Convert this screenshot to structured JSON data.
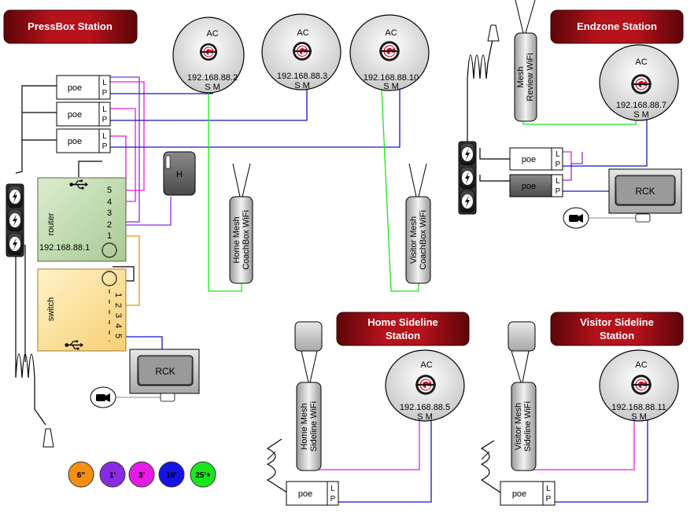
{
  "stations": {
    "pressbox": "PressBox Station",
    "endzone": "Endzone Station",
    "home_sideline": [
      "Home Sideline",
      "Station"
    ],
    "visitor_sideline": [
      "Visitor Sideline",
      "Station"
    ]
  },
  "access_points": [
    {
      "label": "AC",
      "ip": "192.168.88.2",
      "ports": "S M"
    },
    {
      "label": "AC",
      "ip": "192.168.88.3",
      "ports": "S M"
    },
    {
      "label": "AC",
      "ip": "192.168.88.10",
      "ports": "S M"
    },
    {
      "label": "AC",
      "ip": "192.168.88.7",
      "ports": "S M"
    },
    {
      "label": "AC",
      "ip": "192.168.88.5",
      "ports": "S M"
    },
    {
      "label": "AC",
      "ip": "192.168.88.11",
      "ports": "S M"
    }
  ],
  "poe": {
    "label": "poe",
    "port_l": "L",
    "port_p": "P"
  },
  "router": {
    "label": "router",
    "ip": "192.168.88.1",
    "ports": [
      "5",
      "4",
      "3",
      "2",
      "1"
    ]
  },
  "switch": {
    "label": "switch",
    "ports": [
      "1",
      "2",
      "3",
      "4",
      "5"
    ]
  },
  "hub_label": "H",
  "rck_label": "RCK",
  "mesh_units": {
    "home_coachbox": [
      "Home Mesh",
      "CoachBox WiFi"
    ],
    "visitor_coachbox": [
      "Visitor Mesh",
      "CoachBox WiFi"
    ],
    "review": [
      "Mesh",
      "Review  WiFi"
    ],
    "home_sideline": [
      "Home Mesh",
      "Sideline  WiFi"
    ],
    "visitor_sideline": [
      "Visitor Mesh",
      "Sideline  WiFi"
    ]
  },
  "cable_legend": [
    {
      "label": "6\"",
      "color": "#f39013"
    },
    {
      "label": "1'",
      "color": "#8a2be2"
    },
    {
      "label": "3'",
      "color": "#e61ce6"
    },
    {
      "label": "10'",
      "color": "#1414e6"
    },
    {
      "label": "25'+",
      "color": "#19e619"
    }
  ],
  "colors": {
    "station_red": "#9e0b0f",
    "router_green": "#c6dfb4",
    "switch_yellow": "#fde39a",
    "cable_magenta": "#e61ce6",
    "cable_purple": "#8a2be2",
    "cable_blue": "#1414c8",
    "cable_green": "#19e619",
    "cable_orange": "#f39013"
  }
}
